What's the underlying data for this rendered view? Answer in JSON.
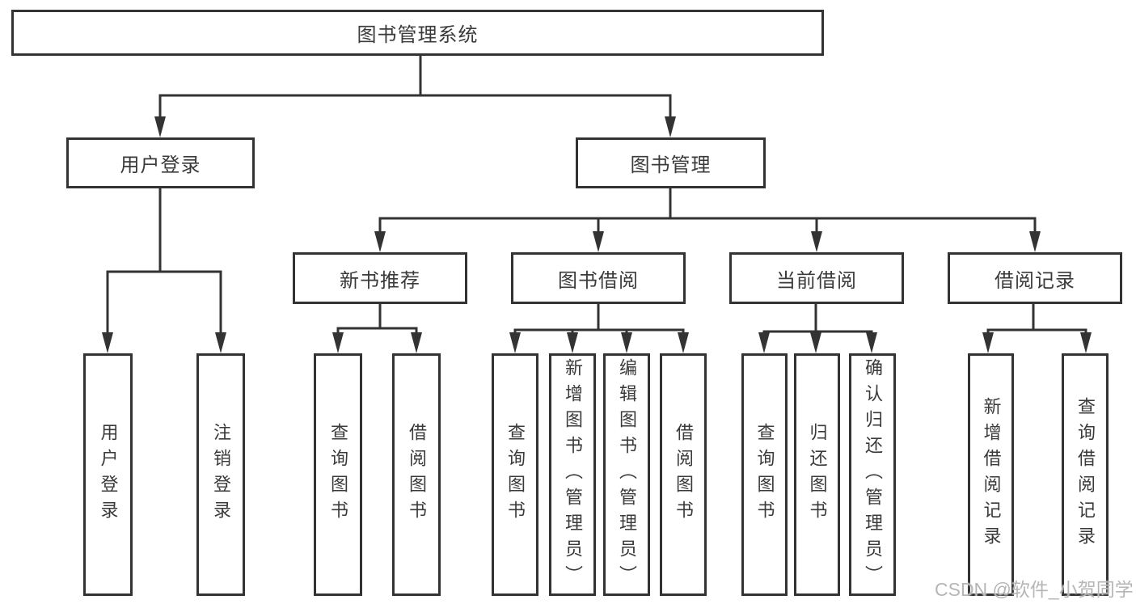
{
  "watermark": "CSDN @软件_小贺同学",
  "colors": {
    "line": "#333333",
    "box_border": "#333333",
    "text": "#3a3a3a",
    "background": "#ffffff",
    "watermark": "#b6b6b6"
  },
  "tree": {
    "label": "图书管理系统",
    "children": [
      {
        "label": "用户登录",
        "children": [
          {
            "label": "用户登录"
          },
          {
            "label": "注销登录"
          }
        ]
      },
      {
        "label": "图书管理",
        "children": [
          {
            "label": "新书推荐",
            "children": [
              {
                "label": "查询图书"
              },
              {
                "label": "借阅图书"
              }
            ]
          },
          {
            "label": "图书借阅",
            "children": [
              {
                "label": "查询图书"
              },
              {
                "label": "新增图书（管理员）"
              },
              {
                "label": "编辑图书（管理员）"
              },
              {
                "label": "借阅图书"
              }
            ]
          },
          {
            "label": "当前借阅",
            "children": [
              {
                "label": "查询图书"
              },
              {
                "label": "归还图书"
              },
              {
                "label": "确认归还（管理员）"
              }
            ]
          },
          {
            "label": "借阅记录",
            "children": [
              {
                "label": "新增借阅记录"
              },
              {
                "label": "查询借阅记录"
              }
            ]
          }
        ]
      }
    ]
  }
}
